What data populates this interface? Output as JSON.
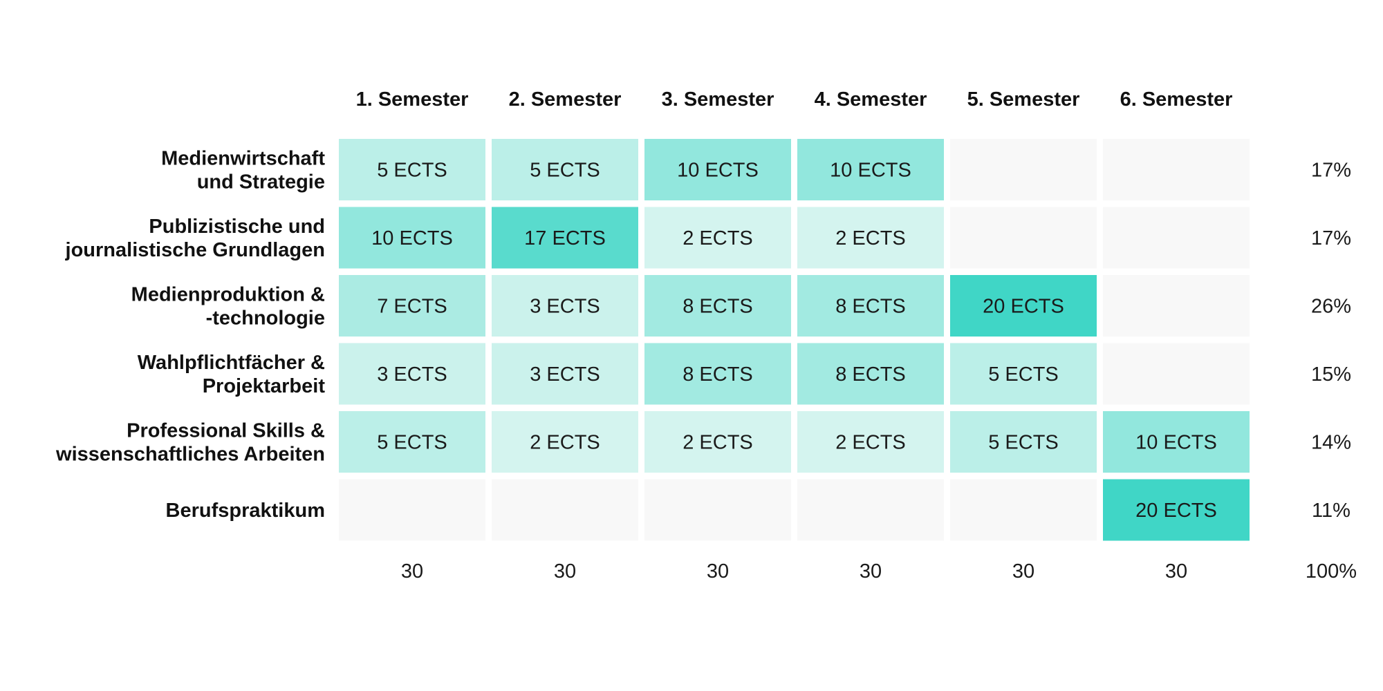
{
  "chart_data": {
    "type": "heatmap",
    "unit": "ECTS",
    "columns": [
      "1. Semester",
      "2. Semester",
      "3. Semester",
      "4. Semester",
      "5. Semester",
      "6. Semester"
    ],
    "rows": [
      {
        "label_lines": [
          "Medienwirtschaft",
          "und Strategie"
        ],
        "values": [
          5,
          5,
          10,
          10,
          null,
          null
        ],
        "share": "17%"
      },
      {
        "label_lines": [
          "Publizistische und",
          "journalistische Grundlagen"
        ],
        "values": [
          10,
          17,
          2,
          2,
          null,
          null
        ],
        "share": "17%"
      },
      {
        "label_lines": [
          "Medienproduktion &",
          "-technologie"
        ],
        "values": [
          7,
          3,
          8,
          8,
          20,
          null
        ],
        "share": "26%"
      },
      {
        "label_lines": [
          "Wahlpflichtfächer &",
          "Projektarbeit"
        ],
        "values": [
          3,
          3,
          8,
          8,
          5,
          null
        ],
        "share": "15%"
      },
      {
        "label_lines": [
          "Professional Skills &",
          "wissenschaftliches Arbeiten"
        ],
        "values": [
          5,
          2,
          2,
          2,
          5,
          10
        ],
        "share": "14%"
      },
      {
        "label_lines": [
          "Berufspraktikum"
        ],
        "values": [
          null,
          null,
          null,
          null,
          null,
          20
        ],
        "share": "11%"
      }
    ],
    "column_totals": [
      "30",
      "30",
      "30",
      "30",
      "30",
      "30"
    ],
    "total_share": "100%",
    "value_range": [
      0,
      20
    ]
  },
  "colors": {
    "empty_cell": "#f8f8f8",
    "low": "#e4f7f3",
    "high": "#40d6c6",
    "text": "#1a1a1a"
  }
}
